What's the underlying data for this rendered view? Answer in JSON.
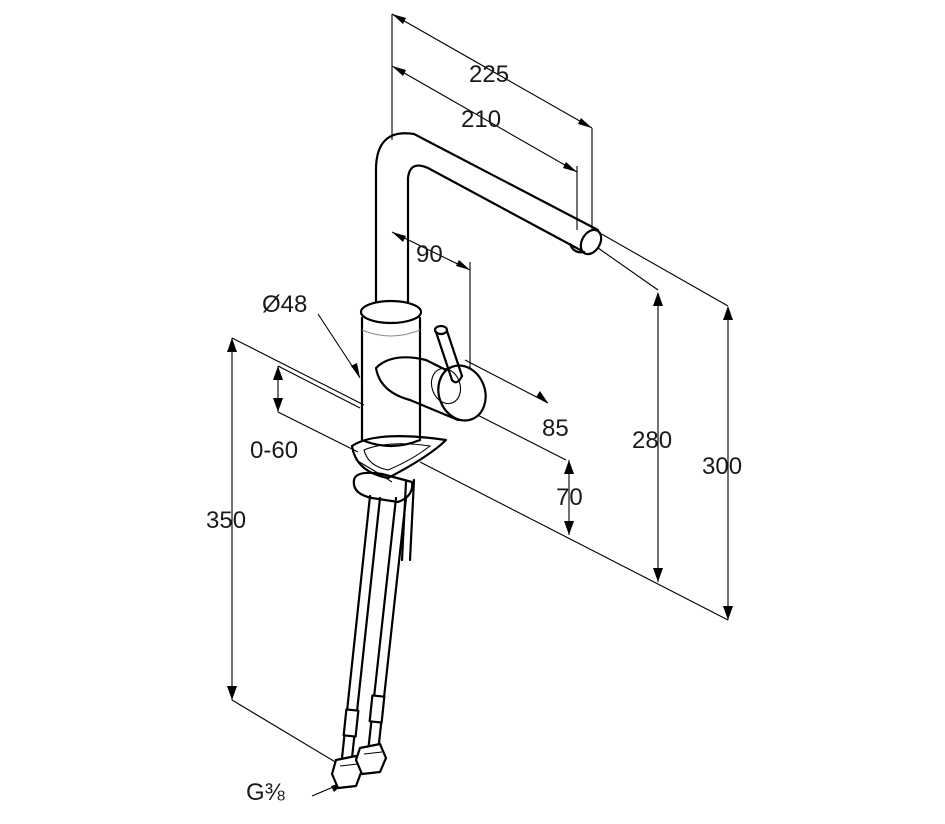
{
  "diagram": {
    "dimensions": {
      "d225": "225",
      "d210": "210",
      "d90": "90",
      "d48": "Ø48",
      "d85": "85",
      "d280": "280",
      "d300": "300",
      "d060": "0-60",
      "d70": "70",
      "d350": "350",
      "thread": "G⅜"
    }
  }
}
